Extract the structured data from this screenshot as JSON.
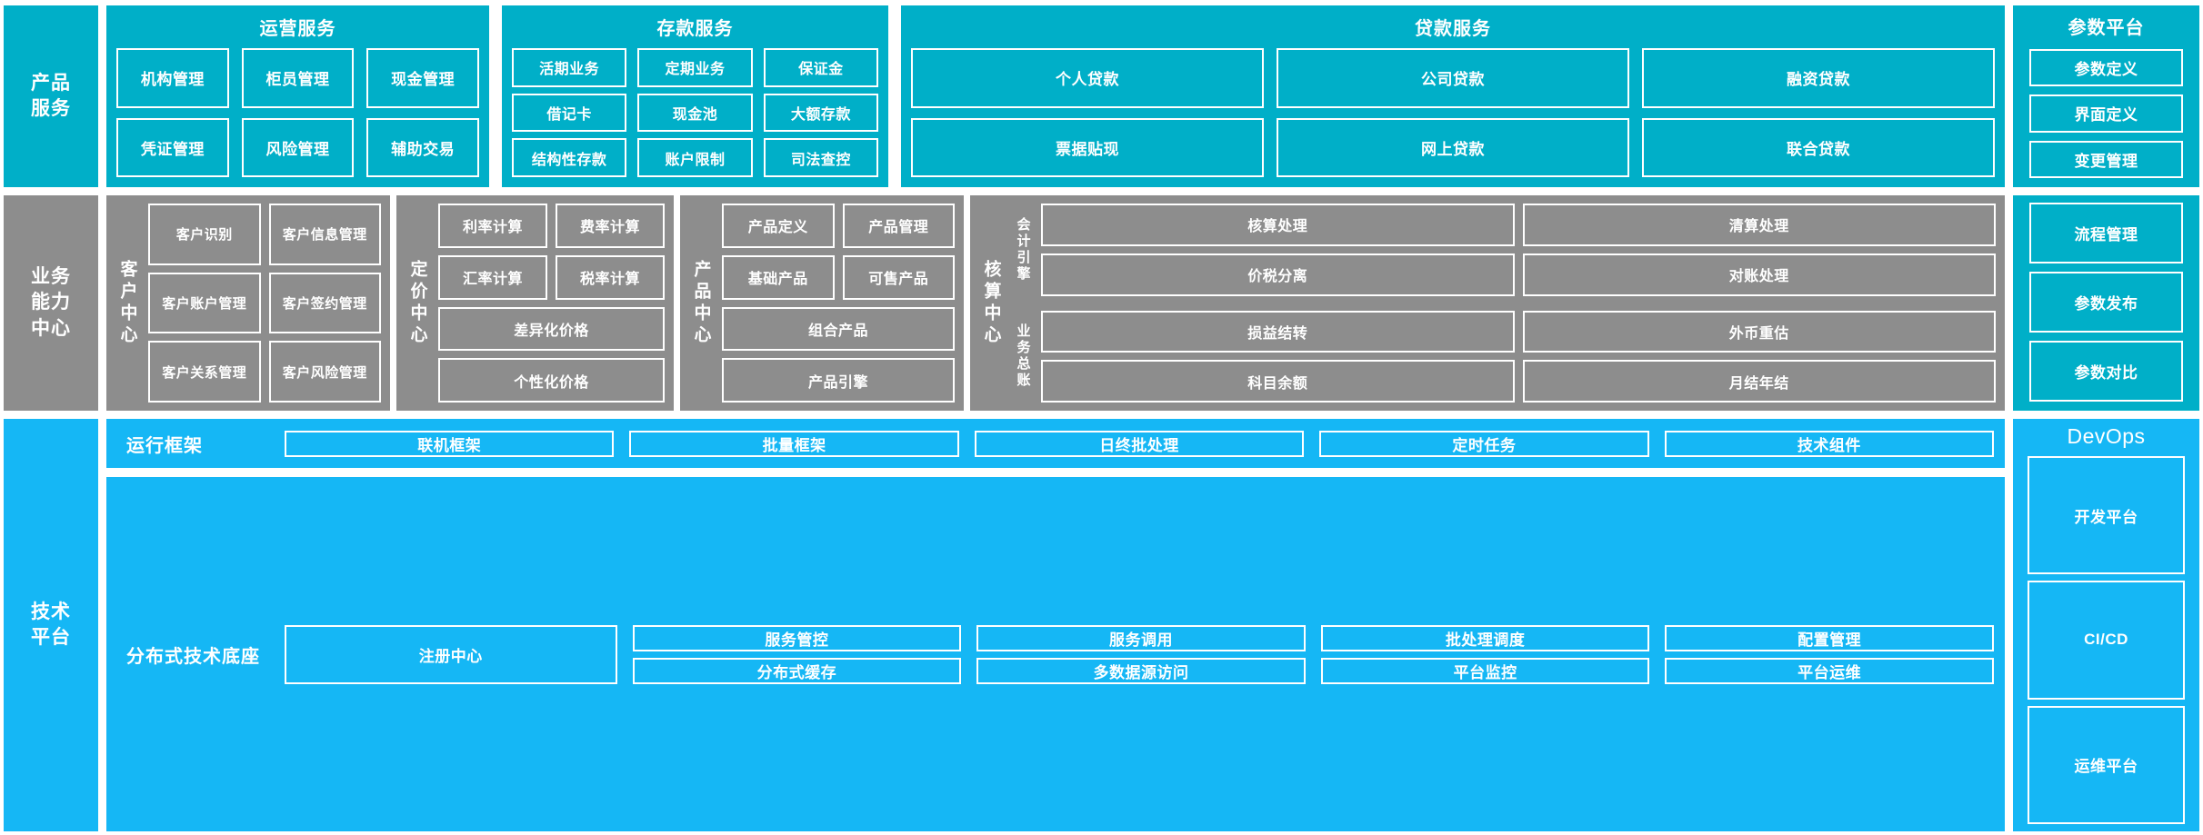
{
  "layers": {
    "product_services": {
      "spine_label": "产品\n服务",
      "groups": [
        {
          "name": "运营服务",
          "items": [
            "机构管理",
            "柜员管理",
            "现金管理",
            "凭证管理",
            "风险管理",
            "辅助交易"
          ]
        },
        {
          "name": "存款服务",
          "items": [
            "活期业务",
            "定期业务",
            "保证金",
            "借记卡",
            "现金池",
            "大额存款",
            "结构性存款",
            "账户限制",
            "司法查控"
          ]
        },
        {
          "name": "贷款服务",
          "items": [
            "个人贷款",
            "公司贷款",
            "融资贷款",
            "票据贴现",
            "网上贷款",
            "联合贷款"
          ]
        }
      ]
    },
    "business_capability": {
      "spine_label": "业务\n能力\n中心",
      "centers": [
        {
          "name": "客户中心",
          "items": [
            "客户识别",
            "客户信息管理",
            "客户账户管理",
            "客户签约管理",
            "客户关系管理",
            "客户风险管理"
          ]
        },
        {
          "name": "定价中心",
          "items": [
            "利率计算",
            "费率计算",
            "汇率计算",
            "税率计算"
          ],
          "wide_items": [
            "差异化价格",
            "个性化价格"
          ]
        },
        {
          "name": "产品中心",
          "items": [
            "产品定义",
            "产品管理",
            "基础产品",
            "可售产品"
          ],
          "wide_items": [
            "组合产品",
            "产品引擎"
          ]
        },
        {
          "name": "核算中心",
          "subgroups": [
            {
              "name": "会计引擎",
              "items": [
                "核算处理",
                "清算处理",
                "价税分离",
                "对账处理"
              ]
            },
            {
              "name": "业务总账",
              "items": [
                "损益结转",
                "外币重估",
                "科目余额",
                "月结年结"
              ]
            }
          ]
        }
      ]
    },
    "technical_platform": {
      "spine_label": "技术\n平台",
      "blocks": [
        {
          "label": "运行框架",
          "items": [
            "联机框架",
            "批量框架",
            "日终批处理",
            "定时任务",
            "技术组件"
          ]
        },
        {
          "label": "分布式技术底座",
          "primary": "注册中心",
          "stacks": [
            [
              "服务管控",
              "分布式缓存"
            ],
            [
              "服务调用",
              "多数据源访问"
            ],
            [
              "批处理调度",
              "平台监控"
            ],
            [
              "配置管理",
              "平台运维"
            ]
          ]
        }
      ]
    }
  },
  "right_rail": {
    "parameter_platform": {
      "title": "参数平台",
      "items": [
        "参数定义",
        "界面定义",
        "变更管理",
        "流程管理",
        "参数发布",
        "参数对比"
      ]
    },
    "devops": {
      "title": "DevOps",
      "items": [
        "开发平台",
        "CI/CD",
        "运维平台"
      ]
    }
  },
  "colors": {
    "teal": "#00AFC8",
    "gray": "#8D8D8D",
    "blue": "#15B7F5",
    "border": "#FFFFFF"
  }
}
